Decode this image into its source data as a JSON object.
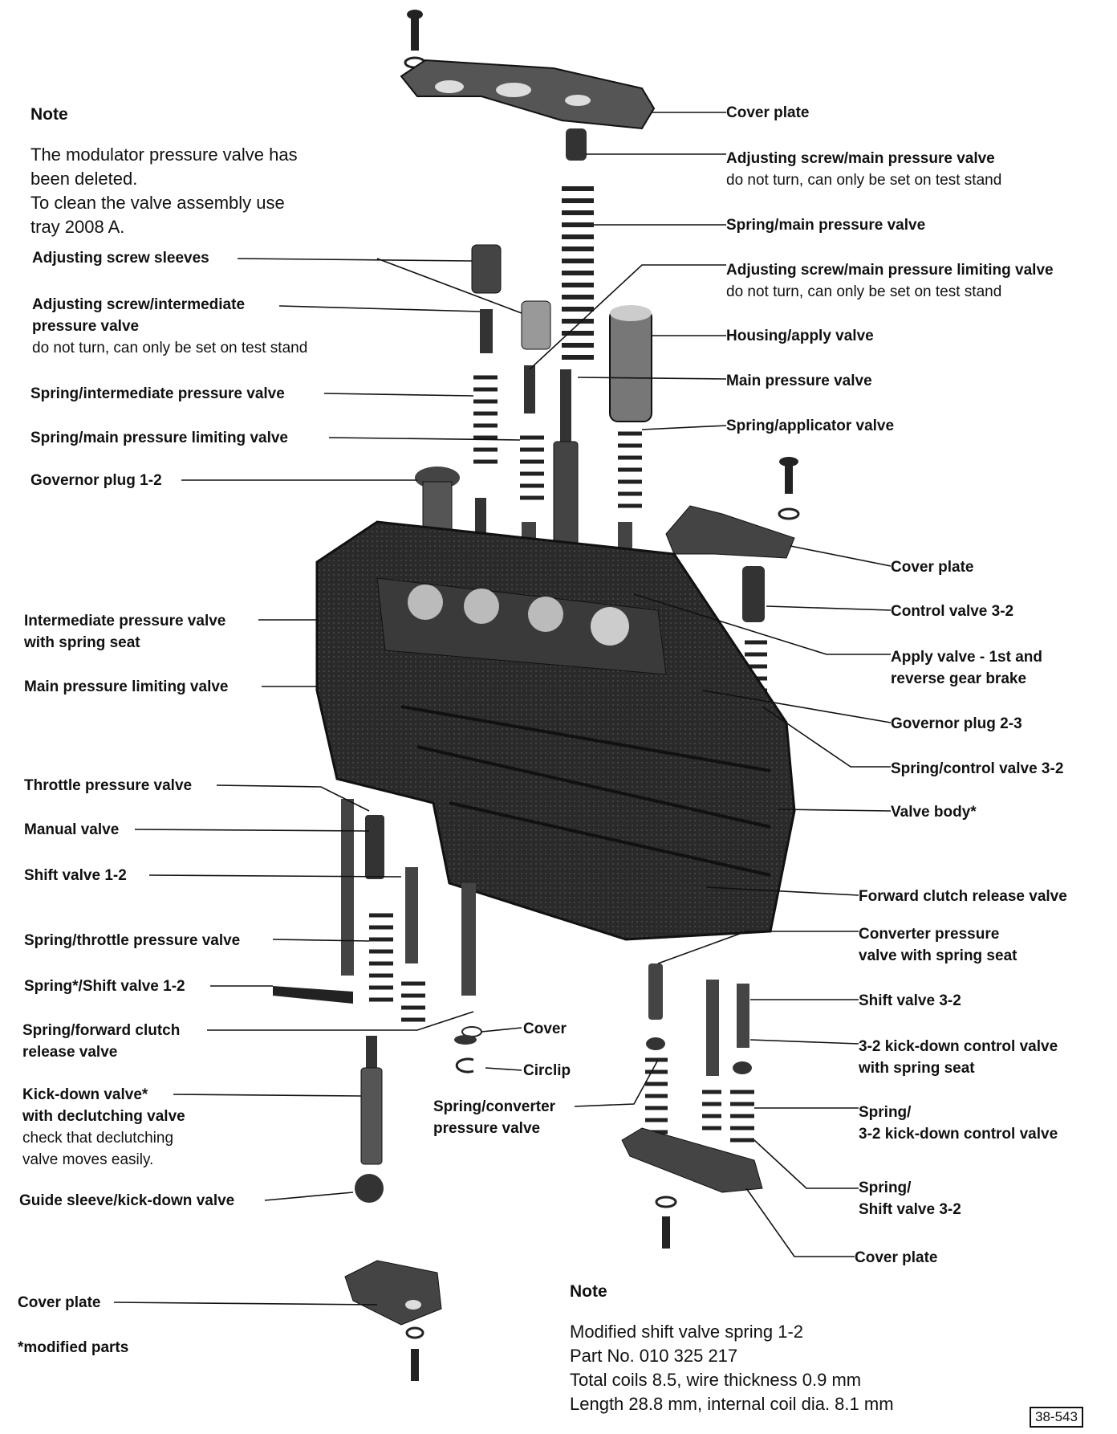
{
  "note_top": {
    "heading": "Note",
    "lines": [
      "The modulator pressure valve has",
      "been deleted.",
      "To clean the valve assembly use",
      "tray 2008 A."
    ]
  },
  "note_bottom": {
    "heading": "Note",
    "lines": [
      "Modified shift valve spring 1-2",
      "Part No. 010 325 217",
      "Total coils 8.5, wire thickness 0.9 mm",
      "Length 28.8 mm, internal coil dia. 8.1 mm"
    ]
  },
  "footnote": "*modified parts",
  "figure_code": "38-543",
  "left_labels": {
    "adjusting_screw_sleeves": "Adjusting screw sleeves",
    "adj_screw_intermediate": "Adjusting screw/intermediate",
    "adj_screw_intermediate_2": "pressure valve",
    "adj_screw_intermediate_note": "do not turn, can only be set on test stand",
    "spring_intermediate": "Spring/intermediate pressure valve",
    "spring_main_limiting": "Spring/main pressure limiting valve",
    "governor_plug_12": "Governor plug 1-2",
    "intermediate_valve": "Intermediate pressure valve",
    "intermediate_valve_2": "with spring seat",
    "main_limiting_valve": "Main pressure limiting valve",
    "throttle_valve": "Throttle pressure valve",
    "manual_valve": "Manual valve",
    "shift_valve_12": "Shift valve 1-2",
    "spring_throttle": "Spring/throttle pressure valve",
    "spring_shift_12": "Spring*/Shift valve 1-2",
    "spring_forward_clutch": "Spring/forward clutch",
    "spring_forward_clutch_2": "release valve",
    "kickdown_valve": "Kick-down valve*",
    "kickdown_valve_2": "with declutching valve",
    "kickdown_note_1": "check that declutching",
    "kickdown_note_2": "valve moves easily.",
    "guide_sleeve": "Guide sleeve/kick-down valve",
    "cover_plate_bottom": "Cover plate"
  },
  "center_labels": {
    "cover": "Cover",
    "circlip": "Circlip",
    "spring_converter": "Spring/converter",
    "spring_converter_2": "pressure valve"
  },
  "right_labels": {
    "cover_plate_top": "Cover plate",
    "adj_screw_main": "Adjusting screw/main pressure valve",
    "adj_screw_main_note": "do not turn, can only be set on test stand",
    "spring_main": "Spring/main pressure valve",
    "adj_screw_main_limiting": "Adjusting screw/main pressure limiting valve",
    "adj_screw_main_limiting_note": "do not turn, can only be set on test stand",
    "housing_apply": "Housing/apply valve",
    "main_valve": "Main pressure valve",
    "spring_applicator": "Spring/applicator valve",
    "cover_plate_mid": "Cover plate",
    "control_valve_32": "Control valve 3-2",
    "apply_valve": "Apply valve - 1st and",
    "apply_valve_2": "reverse gear brake",
    "governor_plug_23": "Governor plug 2-3",
    "spring_control_32": "Spring/control valve 3-2",
    "valve_body": "Valve body*",
    "forward_clutch": "Forward clutch release valve",
    "converter_valve": "Converter pressure",
    "converter_valve_2": "valve with spring seat",
    "shift_valve_32": "Shift valve 3-2",
    "kickdown_control": "3-2 kick-down control valve",
    "kickdown_control_2": "with spring seat",
    "spring_kickdown": "Spring/",
    "spring_kickdown_2": "3-2 kick-down control valve",
    "spring_shift_32": "Spring/",
    "spring_shift_32_2": "Shift valve 3-2",
    "cover_plate_br": "Cover plate"
  }
}
